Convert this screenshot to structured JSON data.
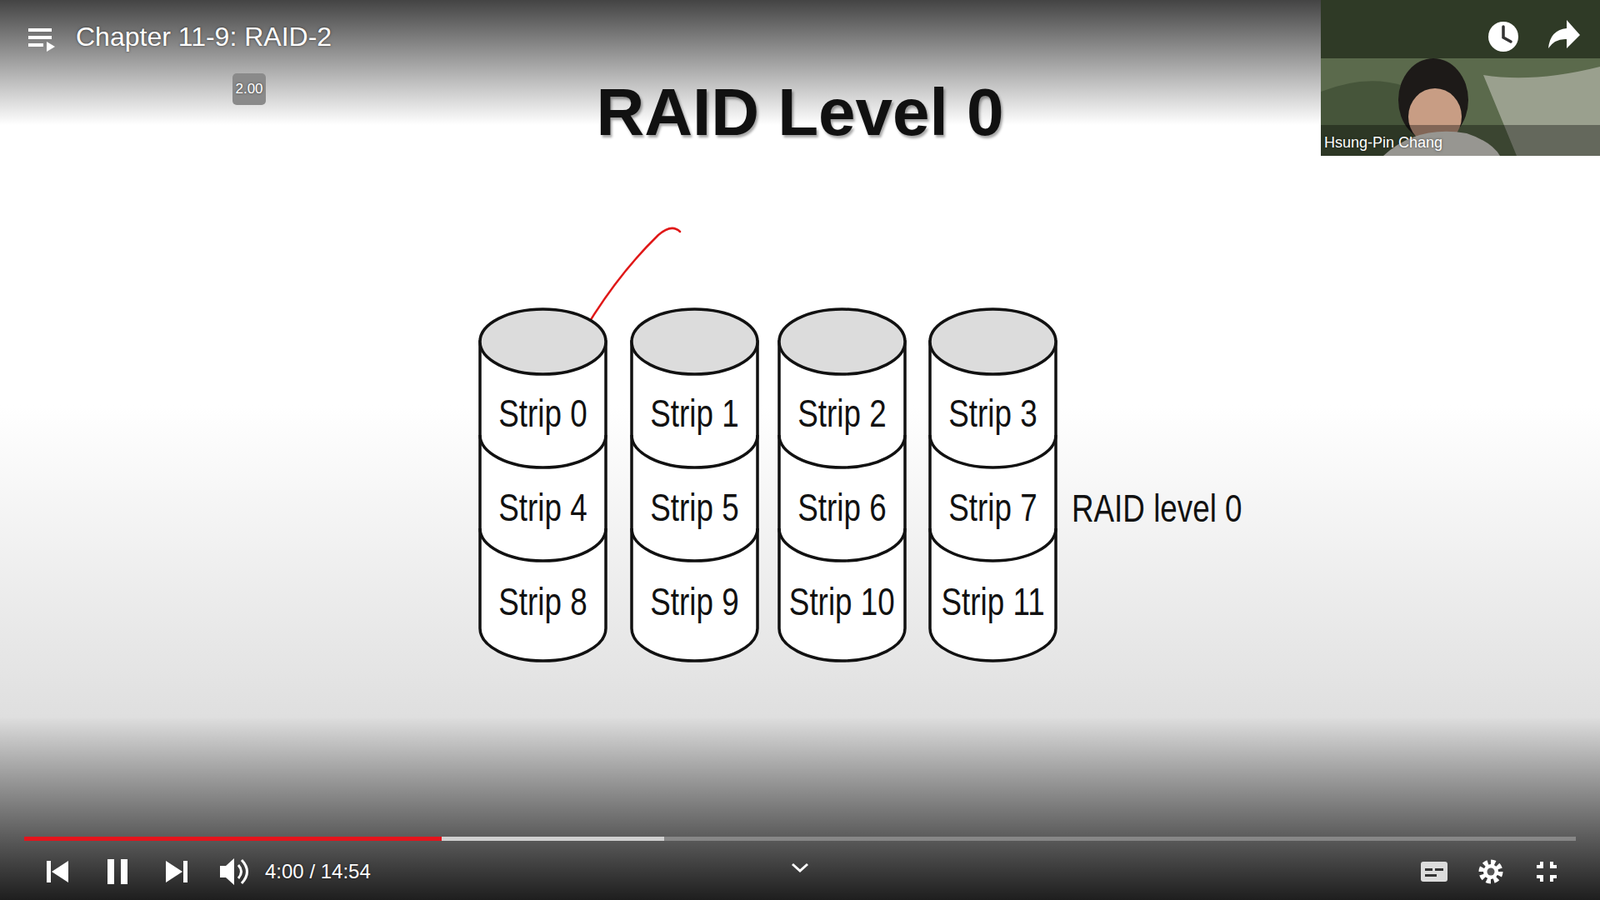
{
  "diagram": {
    "title": "RAID Level 0",
    "nodes": [
      {
        "text": [
          "Strip 0"
        ]
      },
      {
        "text": [
          "Strip 1"
        ]
      },
      {
        "text": [
          "Strip 2"
        ]
      },
      {
        "text": [
          "Strip 3"
        ]
      },
      {
        "text": [
          "Strip 4"
        ]
      },
      {
        "text": [
          "Strip 5"
        ]
      },
      {
        "text": [
          "Strip 6"
        ]
      },
      {
        "text": [
          "Strip 7"
        ]
      },
      {
        "text": [
          "Strip 8"
        ]
      },
      {
        "text": [
          "Strip 9"
        ]
      },
      {
        "text": [
          "Strip 10"
        ]
      },
      {
        "text": [
          "Strip 11"
        ]
      }
    ],
    "labels": [
      "Chapter 11-9: RAID-2",
      "2.00",
      "Hsung-Pin Chang",
      "RAID level 0",
      "4:00 / 14:54"
    ]
  }
}
